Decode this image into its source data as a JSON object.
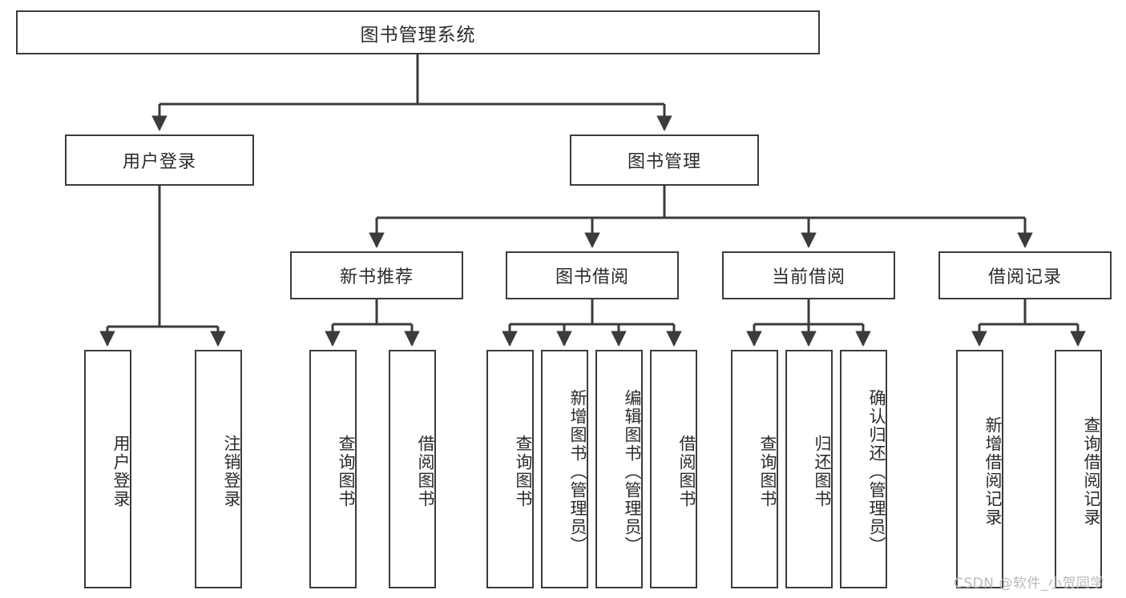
{
  "diagram": {
    "type": "tree",
    "title": "图书管理系统",
    "root": {
      "label": "图书管理系统"
    },
    "level2": [
      {
        "label": "用户登录"
      },
      {
        "label": "图书管理"
      }
    ],
    "level3": [
      {
        "label": "新书推荐"
      },
      {
        "label": "图书借阅"
      },
      {
        "label": "当前借阅"
      },
      {
        "label": "借阅记录"
      }
    ],
    "leaves": [
      {
        "label": "用户登录",
        "parent": "用户登录"
      },
      {
        "label": "注销登录",
        "parent": "用户登录"
      },
      {
        "label": "查询图书",
        "parent": "新书推荐"
      },
      {
        "label": "借阅图书",
        "parent": "新书推荐"
      },
      {
        "label": "查询图书",
        "parent": "图书借阅"
      },
      {
        "label": "新增图书（管理员）",
        "parent": "图书借阅"
      },
      {
        "label": "编辑图书（管理员）",
        "parent": "图书借阅"
      },
      {
        "label": "借阅图书",
        "parent": "图书借阅"
      },
      {
        "label": "查询图书",
        "parent": "当前借阅"
      },
      {
        "label": "归还图书",
        "parent": "当前借阅"
      },
      {
        "label": "确认归还（管理员）",
        "parent": "当前借阅"
      },
      {
        "label": "新增借阅记录",
        "parent": "借阅记录"
      },
      {
        "label": "查询借阅记录",
        "parent": "借阅记录"
      }
    ]
  },
  "watermark": {
    "text": "CSDN @软件_小贺同学"
  },
  "colors": {
    "stroke": "#3b3b3b",
    "fill": "#ffffff",
    "text": "#2b2b2b",
    "watermark": "#b9b9b9"
  }
}
